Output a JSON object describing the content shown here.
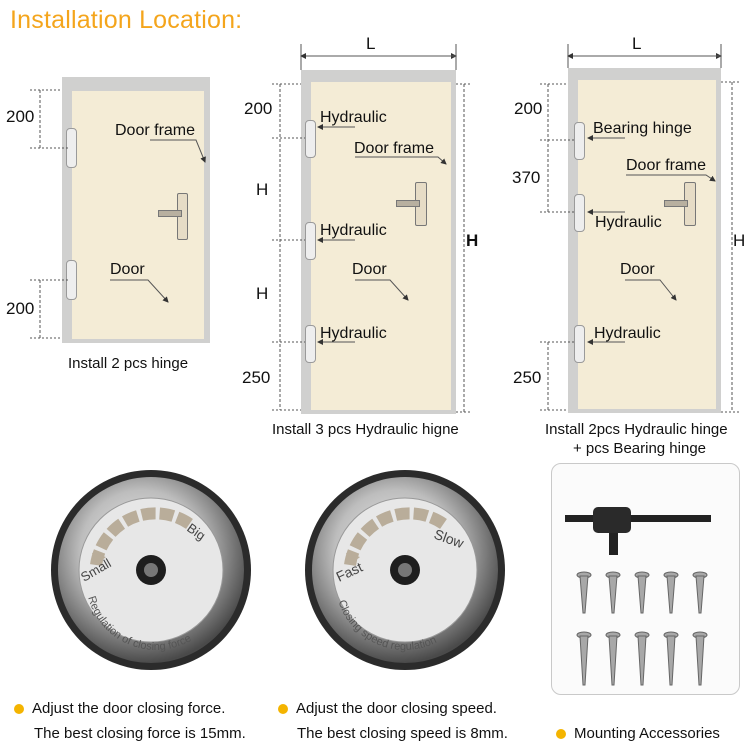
{
  "title": "Installation Location:",
  "door1": {
    "dims": [
      "200",
      "200"
    ],
    "labels": {
      "door_frame": "Door frame",
      "door": "Door"
    },
    "caption": "Install 2 pcs hinge"
  },
  "door2": {
    "width_label": "L",
    "height_label": "H",
    "dims": [
      "200",
      "H",
      "H",
      "250"
    ],
    "labels": {
      "hydraulic_1": "Hydraulic",
      "door_frame": "Door frame",
      "hydraulic_2": "Hydraulic",
      "door": "Door",
      "hydraulic_3": "Hydraulic"
    },
    "caption": "Install 3 pcs Hydraulic higne"
  },
  "door3": {
    "width_label": "L",
    "height_label": "H",
    "dims": [
      "200",
      "370",
      "250"
    ],
    "labels": {
      "bearing": "Bearing hinge",
      "door_frame": "Door frame",
      "hydraulic_1": "Hydraulic",
      "door": "Door",
      "hydraulic_2": "Hydraulic"
    },
    "caption_1": "Install 2pcs Hydraulic hinge",
    "caption_2": "+ pcs Bearing hinge"
  },
  "dial1": {
    "left": "Small",
    "right": "Big",
    "ring": "Regulation of closing force"
  },
  "dial2": {
    "left": "Fast",
    "right": "Slow",
    "ring": "Closing speed regulation"
  },
  "notes": {
    "force_line1": "Adjust the door closing force.",
    "force_line2": "The best closing force is 15mm.",
    "speed_line1": "Adjust the door closing speed.",
    "speed_line2": "The best closing speed is 8mm.",
    "accessories": "Mounting Accessories"
  },
  "colors": {
    "title": "#f4a51c",
    "door_panel": "#f4ecd6",
    "door_frame": "#d0d0cf",
    "bullet": "#f4b400"
  }
}
